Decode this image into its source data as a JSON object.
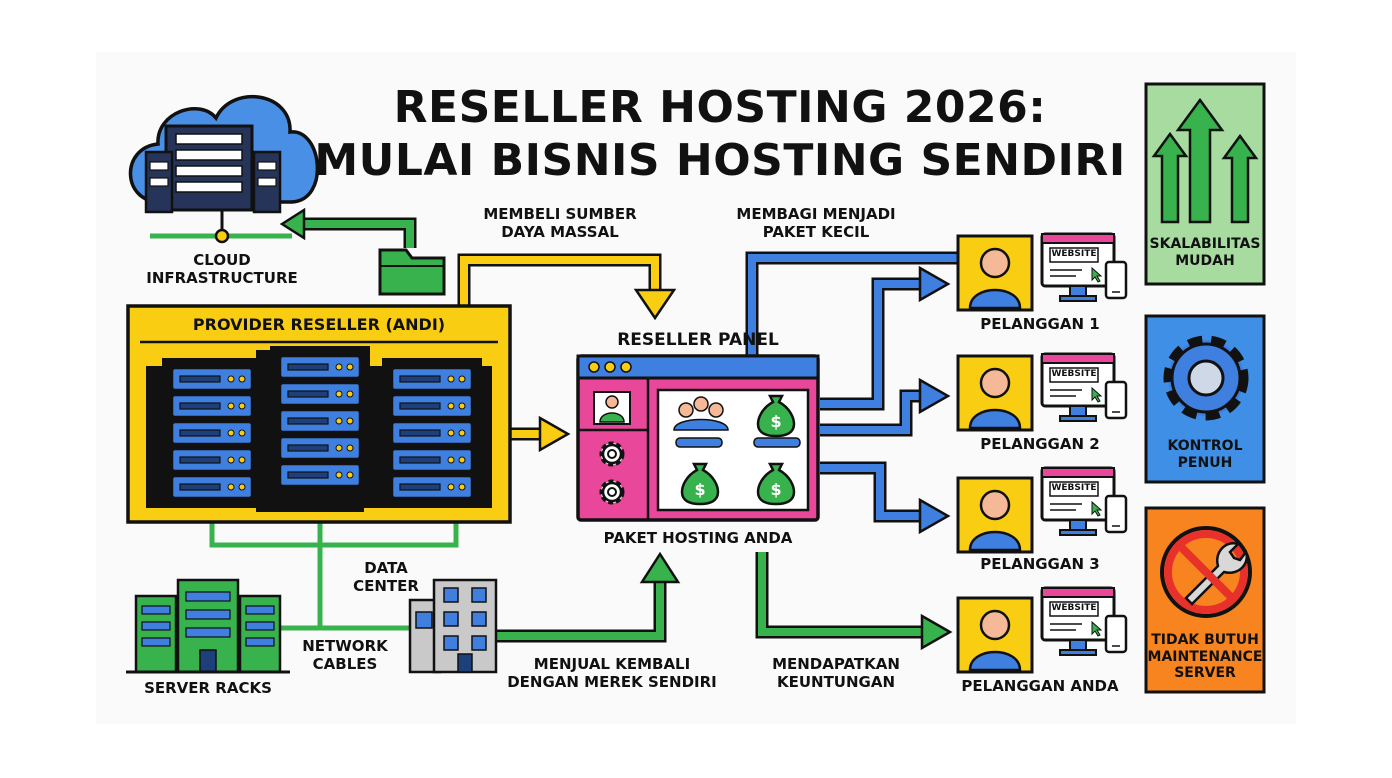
{
  "title": {
    "line1": "RESELLER HOSTING 2026:",
    "line2": "MULAI BISNIS HOSTING SENDIRI"
  },
  "labels": {
    "cloud": {
      "line1": "CLOUD",
      "line2": "INFRASTRUCTURE"
    },
    "provider": "PROVIDER RESELLER (ANDI)",
    "beli": {
      "line1": "MEMBELI SUMBER",
      "line2": "DAYA MASSAL"
    },
    "bagi": {
      "line1": "MEMBAGI MENJADI",
      "line2": "PAKET KECIL"
    },
    "panel": "RESELLER PANEL",
    "paket": "PAKET HOSTING ANDA",
    "datacenter": {
      "line1": "DATA",
      "line2": "CENTER"
    },
    "network": {
      "line1": "NETWORK",
      "line2": "CABLES"
    },
    "racks": "SERVER RACKS",
    "jual": {
      "line1": "MENJUAL KEMBALI",
      "line2": "DENGAN MEREK SENDIRI"
    },
    "untung": {
      "line1": "MENDAPATKAN",
      "line2": "KEUNTUNGAN"
    }
  },
  "customers": [
    {
      "name": "PELANGGAN 1",
      "site": "WEBSITE"
    },
    {
      "name": "PELANGGAN 2",
      "site": "WEBSITE"
    },
    {
      "name": "PELANGGAN 3",
      "site": "WEBSITE"
    },
    {
      "name": "PELANGGAN ANDA",
      "site": "WEBSITE"
    }
  ],
  "benefits": [
    {
      "line1": "SKALABILITAS",
      "line2": "MUDAH",
      "color": "#a7dba0"
    },
    {
      "line1": "KONTROL",
      "line2": "PENUH",
      "color": "#3f8fe6"
    },
    {
      "line1": "TIDAK BUTUH",
      "line2": "MAINTENANCE",
      "line3": "SERVER",
      "color": "#f7841f"
    }
  ],
  "colors": {
    "yellow": "#f9cd12",
    "blue": "#3f7fe0",
    "green": "#37b24d",
    "pink": "#e8479a",
    "orange": "#f7841f"
  },
  "icons": [
    "cloud-server-icon",
    "folder-icon",
    "server-rack-icon",
    "user-icon",
    "money-bag-icon",
    "gear-icon",
    "monitor-icon",
    "phone-icon",
    "growth-arrows-icon",
    "no-wrench-icon",
    "building-icon",
    "dollar-icon"
  ]
}
